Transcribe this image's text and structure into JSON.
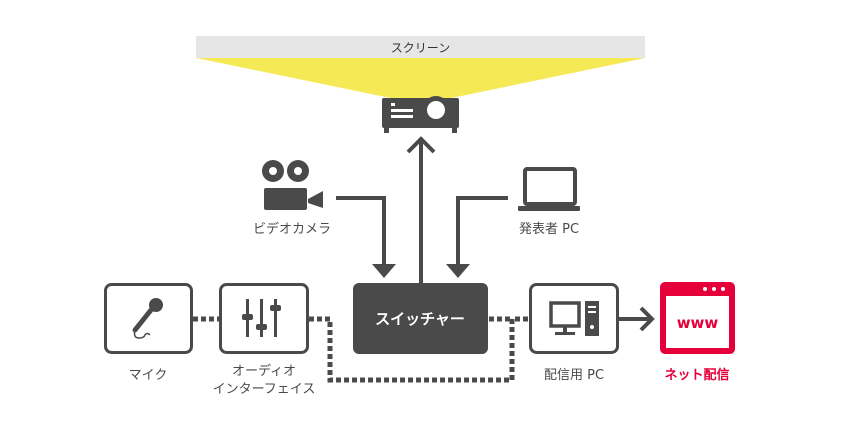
{
  "screen": {
    "label": "スクリーン"
  },
  "nodes": {
    "camera": {
      "label": "ビデオカメラ",
      "icon": "video-camera-icon"
    },
    "laptop": {
      "label": "発表者 PC",
      "icon": "laptop-icon"
    },
    "projector": {
      "icon": "projector-icon"
    },
    "switcher": {
      "label": "スイッチャー"
    },
    "mic": {
      "label": "マイク",
      "icon": "microphone-icon"
    },
    "audio": {
      "label_line1": "オーディオ",
      "label_line2": "インターフェイス",
      "icon": "mixer-icon"
    },
    "pc": {
      "label": "配信用 PC",
      "icon": "desktop-pc-icon"
    },
    "web": {
      "label": "ネット配信",
      "icon_text": "www"
    }
  },
  "colors": {
    "dark": "#4a4a4a",
    "accent": "#e5003a",
    "beam": "#f5e955",
    "screen": "#e6e6e6"
  }
}
